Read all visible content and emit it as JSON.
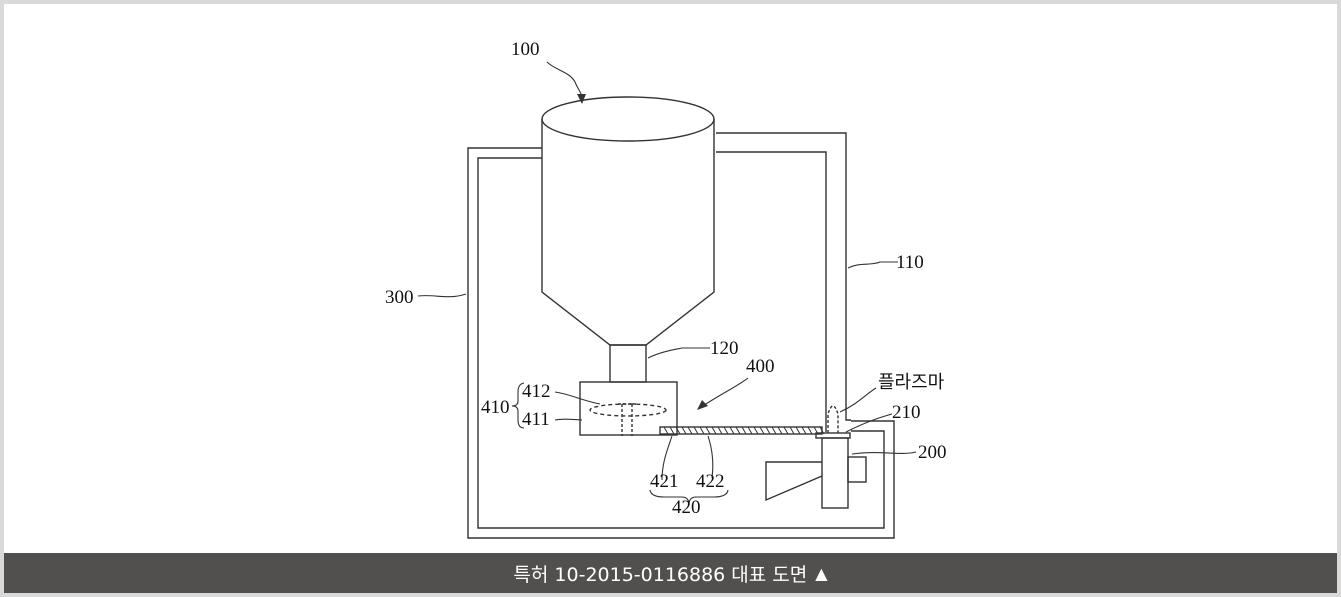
{
  "diagram": {
    "labels": {
      "l100": "100",
      "l110": "110",
      "l120": "120",
      "l200": "200",
      "l210": "210",
      "l300": "300",
      "l400": "400",
      "l410": "410",
      "l411": "411",
      "l412": "412",
      "l420": "420",
      "l421": "421",
      "l422": "422",
      "plasma": "플라즈마"
    }
  },
  "caption": {
    "text": "특허 10-2015-0116886 대표 도면",
    "arrow": "▲"
  }
}
